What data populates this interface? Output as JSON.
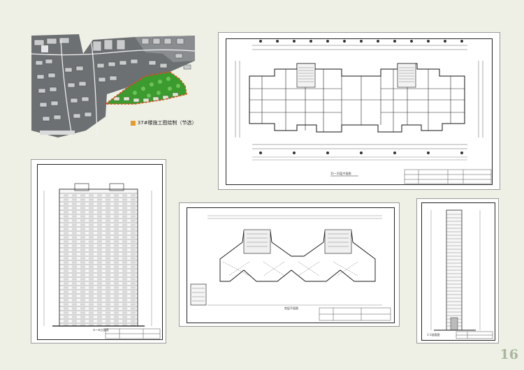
{
  "site_plan": {
    "legend_label": "37#楼施工图绘制（节选）",
    "legend_color": "#e79a2a",
    "highlight_color": "#3b9b2e"
  },
  "drawings": {
    "floor_plan_title": "31~33层平面图",
    "elevation_title": "①~⑧立面图",
    "ground_plan_title": "首层平面图",
    "section_title": "1-1剖面图"
  },
  "page_number": "16"
}
